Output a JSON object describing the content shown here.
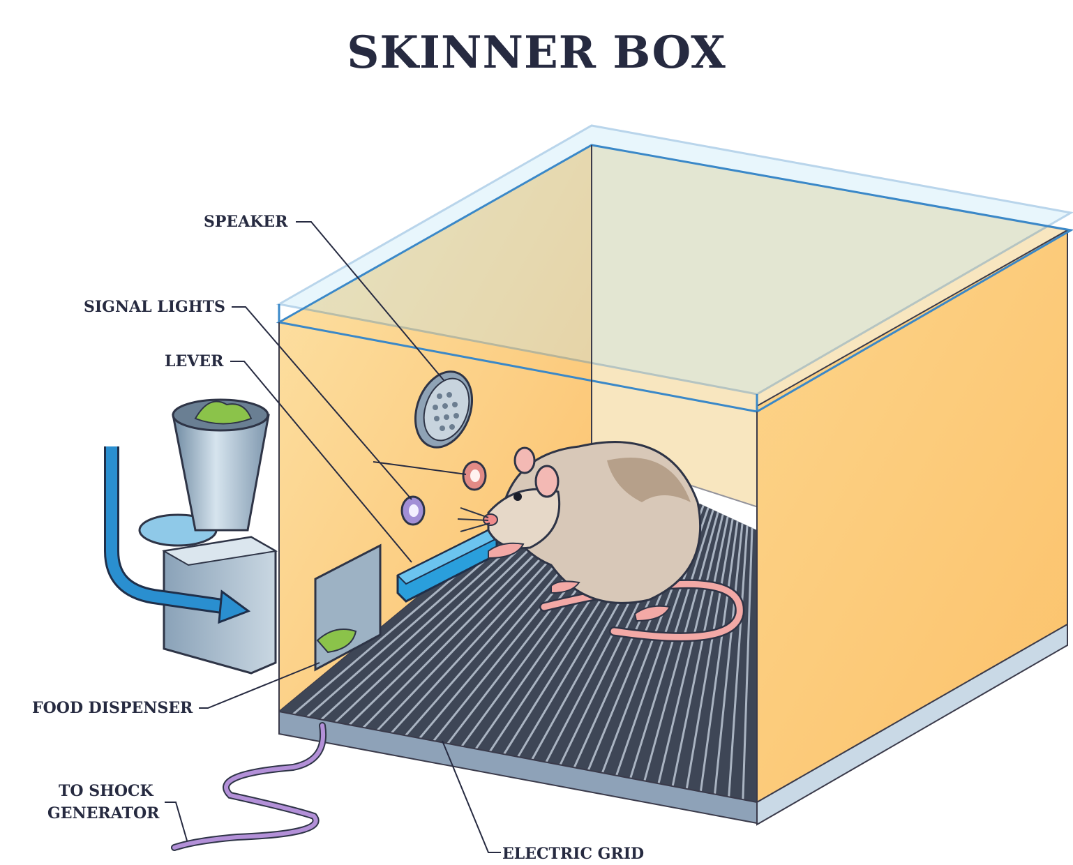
{
  "title": "SKINNER BOX",
  "labels": {
    "speaker": "SPEAKER",
    "signal_lights": "SIGNAL LIGHTS",
    "lever": "LEVER",
    "food_dispenser": "FOOD DISPENSER",
    "shock_line1": "TO SHOCK",
    "shock_line2": "GENERATOR",
    "electric_grid": "ELECTRIC GRID"
  },
  "colors": {
    "title": "#262a40",
    "box_wall": "#fccf7e",
    "box_frame": "#7fc8ec",
    "lever": "#2a9fdc",
    "arrow": "#2a8fd0",
    "cable": "#b390d8",
    "grid": "#4f5868"
  }
}
